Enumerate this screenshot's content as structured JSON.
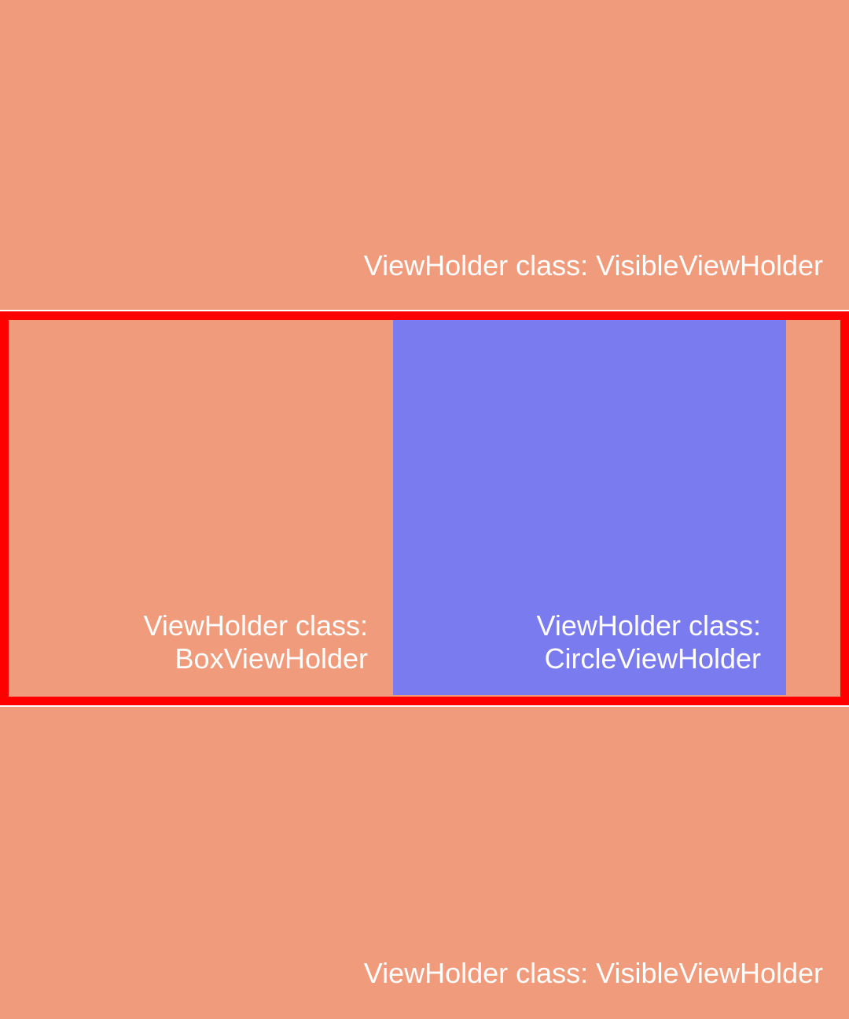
{
  "items": [
    {
      "label": "ViewHolder class: VisibleViewHolder"
    },
    {
      "cells": [
        {
          "line1": "ViewHolder class:",
          "line2": "BoxViewHolder"
        },
        {
          "line1": "ViewHolder class:",
          "line2": "CircleViewHolder"
        }
      ]
    },
    {
      "label": "ViewHolder class: VisibleViewHolder"
    }
  ],
  "colors": {
    "item_background": "#f09b7b",
    "circle_background": "#7b7bf0",
    "selection_border": "#ff0000",
    "separator": "#ffffff",
    "text": "#ffffff"
  }
}
